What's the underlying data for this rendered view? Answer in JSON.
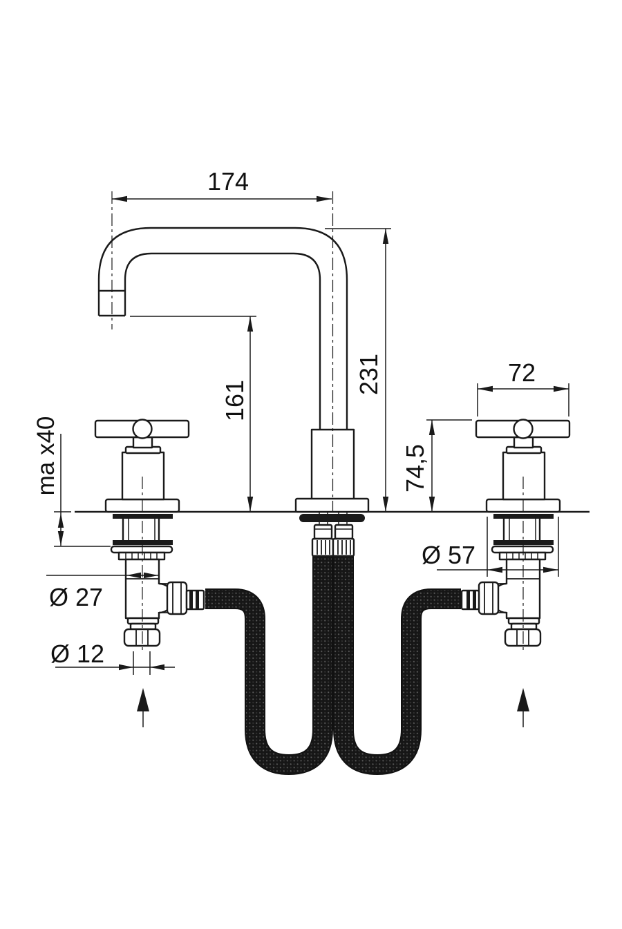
{
  "drawing": {
    "type": "faucet-technical-drawing",
    "colors": {
      "background": "#ffffff",
      "line": "#1a1a1a"
    },
    "dimensions": {
      "spout_reach": "174",
      "overall_height": "231",
      "spout_outlet_height": "161",
      "handle_bar_width": "72",
      "handle_height": "74,5",
      "max_deck_thickness": "ma x40",
      "escutcheon_diameter": "Ø 57",
      "valve_body_diameter": "Ø 27",
      "inlet_diameter": "Ø 12"
    }
  }
}
